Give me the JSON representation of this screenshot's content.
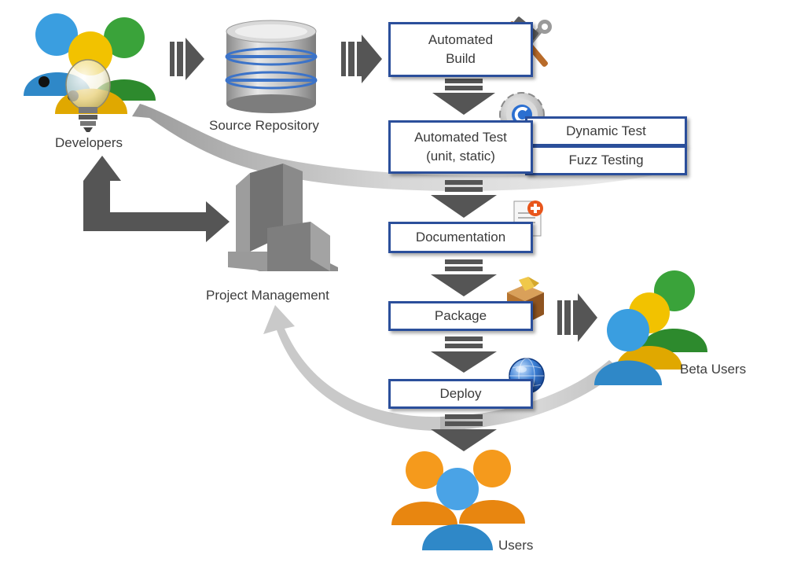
{
  "nodes": {
    "developers": "Developers",
    "source_repository": "Source Repository",
    "project_management": "Project Management",
    "beta_users": "Beta Users",
    "users": "Users"
  },
  "pipeline": {
    "automated_build": "Automated\nBuild",
    "automated_test": "Automated Test\n(unit, static)",
    "dynamic_test": "Dynamic Test",
    "fuzz_testing": "Fuzz Testing",
    "documentation": "Documentation",
    "package": "Package",
    "deploy": "Deploy"
  },
  "icons": {
    "build": "tools-icon",
    "test": "gear-icon",
    "documentation": "document-add-icon",
    "package": "package-icon",
    "deploy": "globe-icon",
    "repository": "database-icon",
    "project": "building-icon",
    "developers": "people-lightbulb-icon",
    "beta_users": "people-icon",
    "users": "people-icon"
  },
  "colors": {
    "box_border": "#2b4f9b",
    "arrow_dark": "#555555",
    "arrow_light": "#c4c4c4",
    "person_blue": "#3a9ee0",
    "person_yellow": "#f2c200",
    "person_green": "#3aa33a",
    "person_orange": "#f59a1c"
  }
}
